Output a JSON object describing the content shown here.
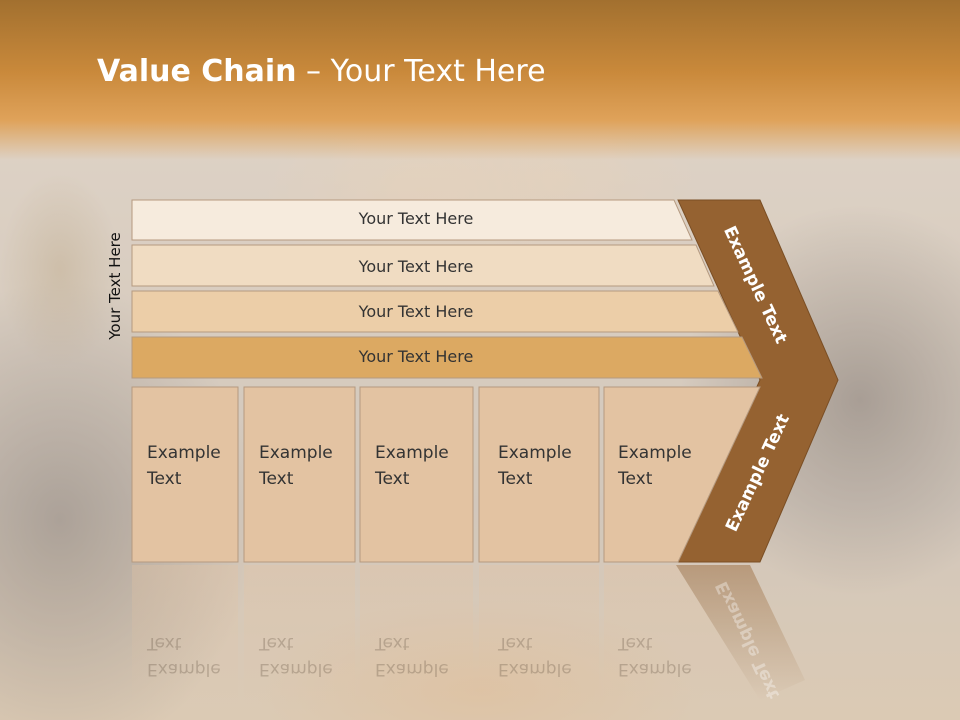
{
  "title": {
    "bold": "Value Chain",
    "rest": " – Your Text Here"
  },
  "side_label": "Your Text Here",
  "rows": [
    {
      "label": "Your Text Here",
      "color": "#f6ebdd"
    },
    {
      "label": "Your Text Here",
      "color": "#f0dcc2"
    },
    {
      "label": "Your Text Here",
      "color": "#ecceA8"
    },
    {
      "label": "Your Text Here",
      "color": "#dca962"
    }
  ],
  "boxes": [
    {
      "line1": "Example",
      "line2": "Text"
    },
    {
      "line1": "Example",
      "line2": "Text"
    },
    {
      "line1": "Example",
      "line2": "Text"
    },
    {
      "line1": "Example",
      "line2": "Text"
    },
    {
      "line1": "Example",
      "line2": "Text"
    }
  ],
  "chevron_top_label": "Example Text",
  "chevron_bottom_label": "Example Text",
  "colors": {
    "chevron": "#956231",
    "box_fill": "#e3c3a2",
    "box_border": "#b59a80",
    "header": "#c9893b"
  }
}
